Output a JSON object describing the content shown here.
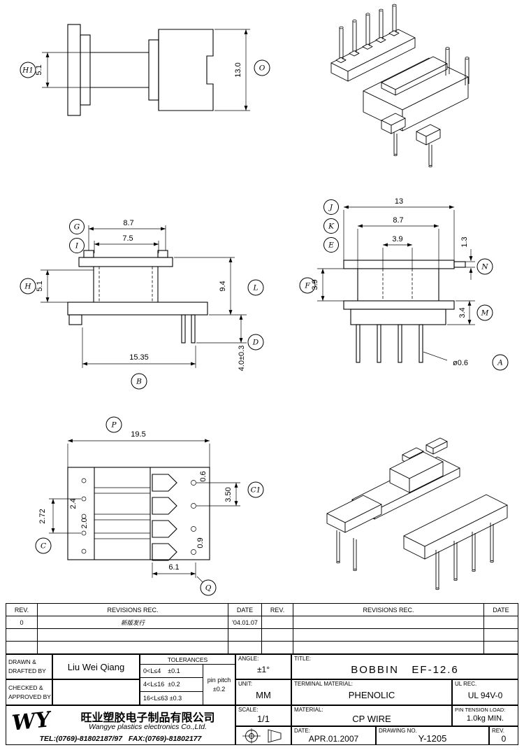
{
  "drawing": {
    "view1": {
      "balloon_h1": "H1",
      "balloon_o": "O",
      "dim_5_1": "5.1",
      "dim_13_0": "13.0"
    },
    "view3": {
      "balloon_g": "G",
      "balloon_i": "I",
      "balloon_h": "H",
      "balloon_l": "L",
      "balloon_d": "D",
      "balloon_b": "B",
      "dim_8_7": "8.7",
      "dim_7_5": "7.5",
      "dim_5_1": "5.1",
      "dim_9_4": "9.4",
      "dim_15_35": "15.35",
      "dim_4_0": "4.0±0.3"
    },
    "view4": {
      "balloon_j": "J",
      "balloon_k": "K",
      "balloon_e": "E",
      "balloon_n": "N",
      "balloon_f": "F",
      "balloon_m": "M",
      "balloon_a": "A",
      "dim_13": "13",
      "dim_8_7": "8.7",
      "dim_3_9_top": "3.9",
      "dim_1_3": "1.3",
      "dim_3_9_left": "3.9",
      "dim_3_4": "3.4",
      "dim_dia_0_6": "ø0.6"
    },
    "view5": {
      "balloon_p": "P",
      "balloon_c1": "C1",
      "balloon_c": "C",
      "balloon_q": "Q",
      "dim_19_5": "19.5",
      "dim_2_72": "2.72",
      "dim_2_4": "2.4",
      "dim_2_0": "2.0",
      "dim_3_50": "3.50",
      "dim_0_6": "0.6",
      "dim_0_9": "0.9",
      "dim_6_1": "6.1"
    }
  },
  "revision_table": {
    "headers": {
      "rev": "REV.",
      "revisions": "REVISIONS  REC.",
      "date": "DATE"
    },
    "rows": [
      {
        "rev": "0",
        "revisions": "新版发行",
        "date": "'04.01.07"
      }
    ]
  },
  "title_block": {
    "drawn_label_1": "DRAWN &",
    "drawn_label_2": "DRAFTED BY",
    "drawn_by": "Liu Wei Qiang",
    "checked_label_1": "CHECKED &",
    "checked_label_2": "APPROVED BY",
    "checked_by": "",
    "tolerances": {
      "title": "TOLERANCES",
      "rows": [
        "0<L≤4    ±0.1",
        "4<L≤16  ±0.2",
        "16<L≤63 ±0.3"
      ],
      "pin_pitch_label": "pin pitch",
      "pin_pitch": "±0.2"
    },
    "angle_label": "ANGLE:",
    "angle": "±1°",
    "unit_label": "UNIT:",
    "unit": "MM",
    "scale_label": "SCALE:",
    "scale": "1/1",
    "title_label": "TITLE:",
    "title": "BOBBIN   EF-12.6",
    "terminal_label": "TERMINAL MATERIAL:",
    "terminal": "PHENOLIC",
    "ul_label": "UL REC.",
    "ul": "UL 94V-0",
    "material_label": "MATERIAL:",
    "material": "CP WIRE",
    "pin_tension_label": "PIN TENSION LOAD:",
    "pin_tension": "1.0kg MIN.",
    "date_label": "DATE:",
    "date": "APR.01.2007",
    "drawing_no_label": "DRAWING NO.",
    "drawing_no": "Y-1205",
    "rev_label": "REV.",
    "rev": "0",
    "company": {
      "logo": "WY",
      "cn": "旺业塑胶电子制品有限公司",
      "en": "Wangye plastics electronics Co.,Ltd.",
      "tel": "TEL:(0769)-81802187/97   FAX:(0769)-81802177"
    }
  }
}
